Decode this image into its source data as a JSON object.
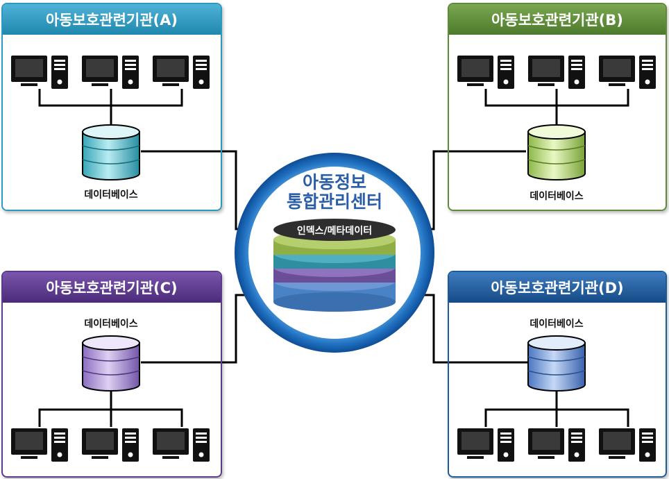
{
  "colors": {
    "panel_a": "#2a9bc0",
    "panel_b": "#5e8a3a",
    "panel_c": "#5b3a8a",
    "panel_d": "#1d5a9a",
    "center_ring": "#1f6fbf",
    "center_title": "#2a5fa8"
  },
  "panels": {
    "a": {
      "title": "아동보호관련기관(A)",
      "db_label": "데이터베이스"
    },
    "b": {
      "title": "아동보호관련기관(B)",
      "db_label": "데이터베이스"
    },
    "c": {
      "title": "아동보호관련기관(C)",
      "db_label": "데이터베이스"
    },
    "d": {
      "title": "아동보호관련기관(D)",
      "db_label": "데이터베이스"
    }
  },
  "center": {
    "title_line1": "아동정보",
    "title_line2": "통합관리센터",
    "index_label": "인덱스/메타데이터"
  },
  "icons": [
    "desktop-computer-icon",
    "database-icon"
  ]
}
